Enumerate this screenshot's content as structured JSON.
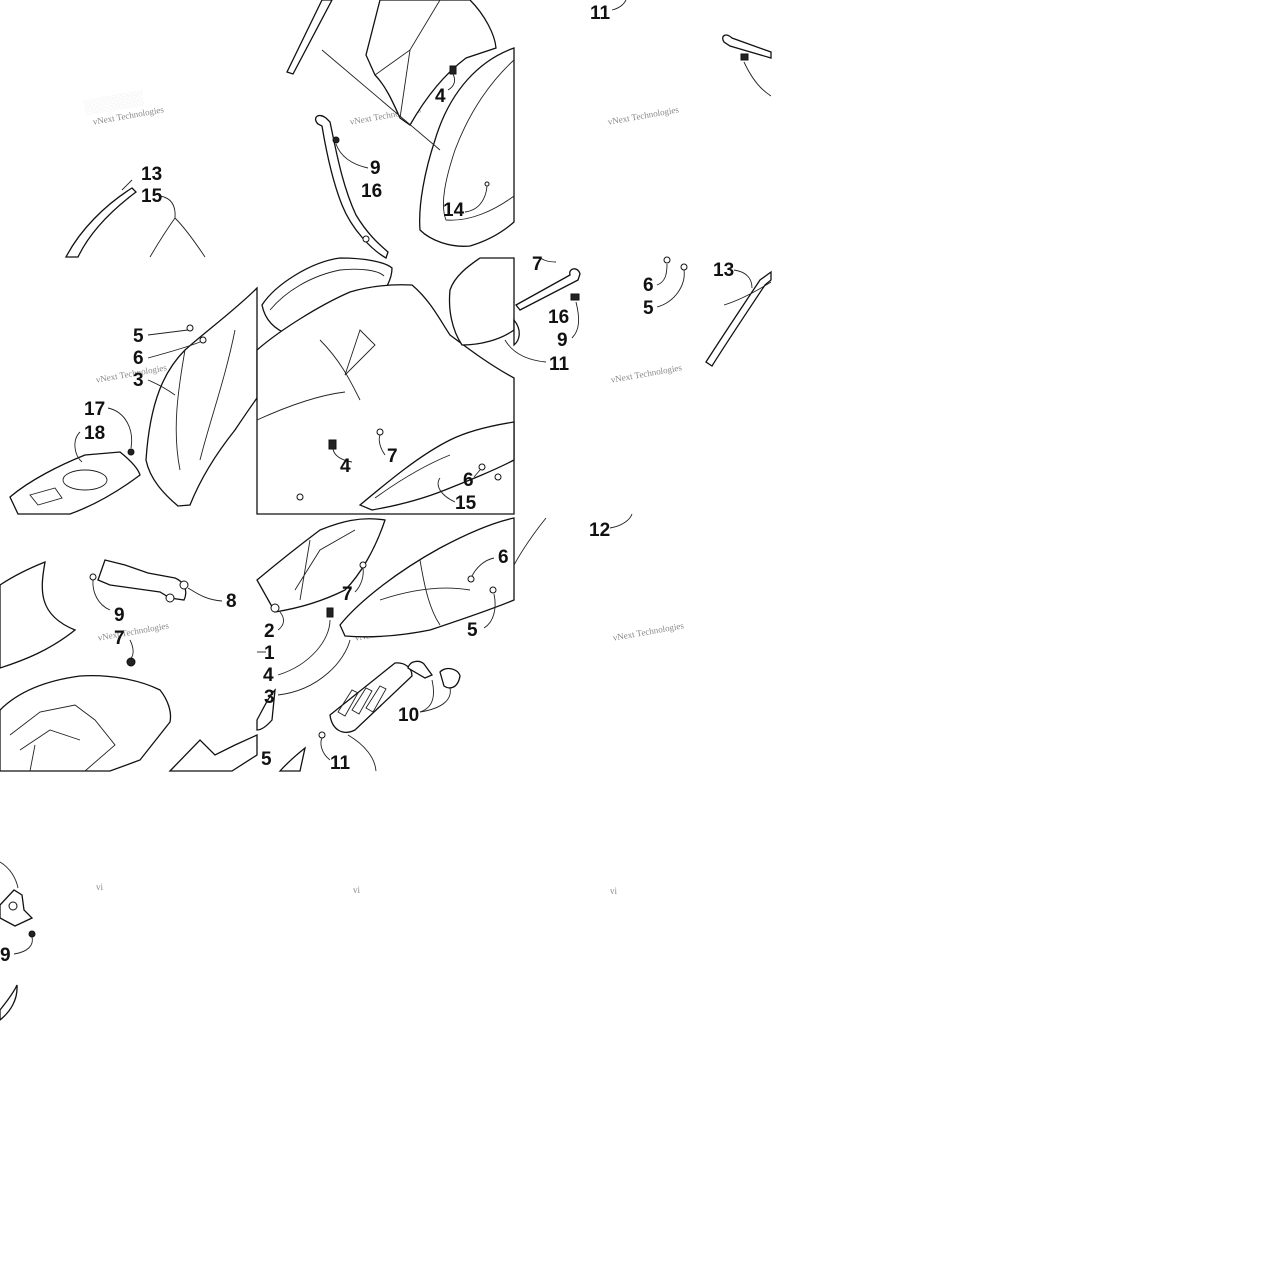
{
  "diagram": {
    "watermark_text": "vNext Technologies",
    "watermark_fragment": "vi",
    "tiles": [
      {
        "name": "tile-r0c0",
        "callouts": [
          {
            "label": "13"
          },
          {
            "label": "15"
          }
        ]
      },
      {
        "name": "tile-r0c1",
        "callouts": [
          {
            "label": "4"
          },
          {
            "label": "9"
          },
          {
            "label": "16"
          },
          {
            "label": "14"
          }
        ]
      },
      {
        "name": "tile-r0c2",
        "callouts": [
          {
            "label": "11"
          }
        ]
      },
      {
        "name": "tile-r1c0",
        "callouts": [
          {
            "label": "5"
          },
          {
            "label": "6"
          },
          {
            "label": "3"
          },
          {
            "label": "17"
          },
          {
            "label": "18"
          }
        ]
      },
      {
        "name": "tile-r1c1",
        "callouts": [
          {
            "label": "4"
          },
          {
            "label": "7"
          },
          {
            "label": "6"
          },
          {
            "label": "15"
          }
        ]
      },
      {
        "name": "tile-r1c2",
        "callouts": [
          {
            "label": "7"
          },
          {
            "label": "16"
          },
          {
            "label": "9"
          },
          {
            "label": "11"
          },
          {
            "label": "6"
          },
          {
            "label": "5"
          },
          {
            "label": "13"
          }
        ]
      },
      {
        "name": "tile-r2c0",
        "callouts": [
          {
            "label": "8"
          },
          {
            "label": "9"
          },
          {
            "label": "7"
          }
        ]
      },
      {
        "name": "tile-r2c1",
        "callouts": [
          {
            "label": "2"
          },
          {
            "label": "1"
          },
          {
            "label": "4"
          },
          {
            "label": "3"
          },
          {
            "label": "7"
          },
          {
            "label": "5"
          },
          {
            "label": "6"
          },
          {
            "label": "5"
          },
          {
            "label": "10"
          },
          {
            "label": "11"
          }
        ]
      },
      {
        "name": "tile-r2c2",
        "callouts": [
          {
            "label": "12"
          }
        ]
      },
      {
        "name": "tile-r3c0",
        "callouts": [
          {
            "label": "9"
          }
        ]
      }
    ]
  }
}
